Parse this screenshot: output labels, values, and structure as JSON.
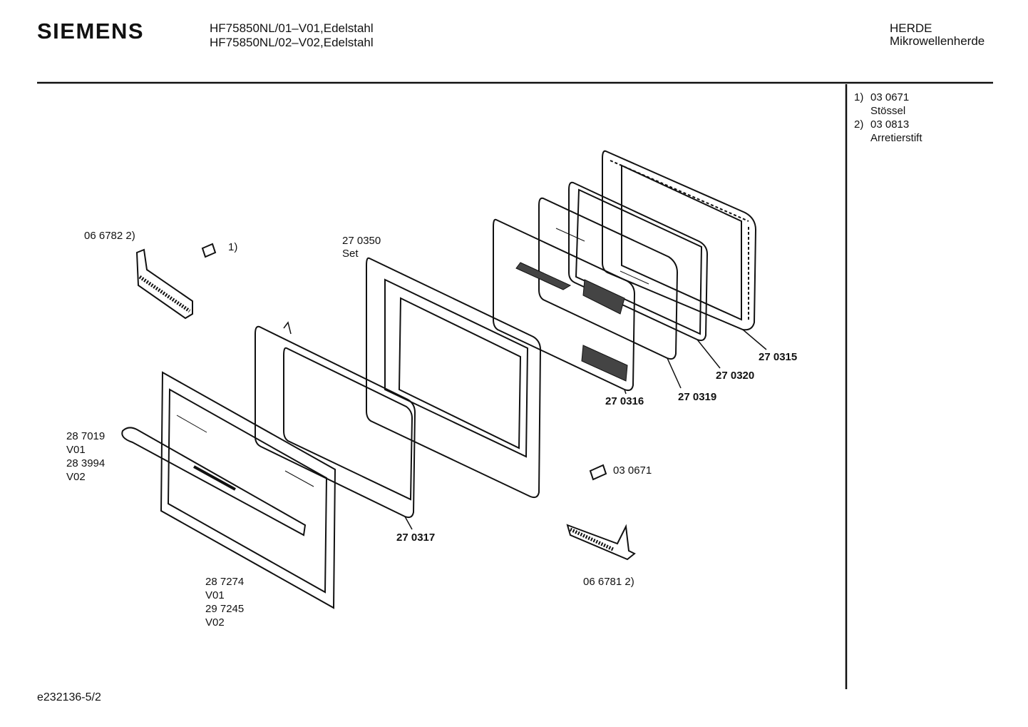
{
  "header": {
    "brand": "SIEMENS",
    "models": [
      "HF75850NL/01–V01,Edelstahl",
      "HF75850NL/02–V02,Edelstahl"
    ],
    "category": "HERDE",
    "subcategory": "Mikrowellenherde"
  },
  "notes": [
    {
      "num": "1)",
      "code": "03 0671",
      "desc": "Stössel"
    },
    {
      "num": "2)",
      "code": "03 0813",
      "desc": "Arretierstift"
    }
  ],
  "parts": {
    "hinge_left": "06 6782 2)",
    "pin_top": "1)",
    "set_code": "27 0350",
    "set_label": "Set",
    "handle": [
      "28 7019",
      "V01",
      "28 3994",
      "V02"
    ],
    "door_front": [
      "28 7274",
      "V01",
      "29 7245",
      "V02"
    ],
    "inner_frame": "27 0317",
    "pin_right": "03 0671",
    "hinge_right": "06 6781 2)",
    "mesh_panel": "27 0316",
    "glass": "27 0319",
    "seal": "27 0320",
    "choke_frame": "27 0315"
  },
  "footer": {
    "doc_id": "e232136-5/2"
  }
}
